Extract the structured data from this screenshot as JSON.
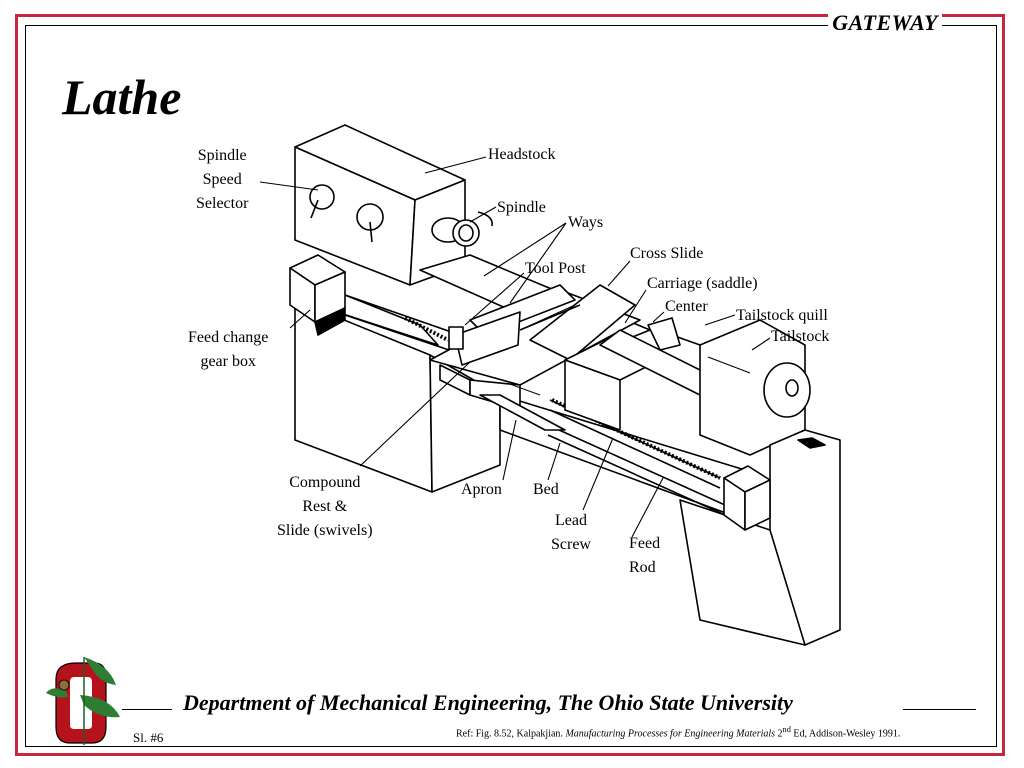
{
  "header": {
    "brand": "GATEWAY",
    "title": "Lathe"
  },
  "labels": {
    "spindle_speed_selector": [
      "Spindle",
      "Speed",
      "Selector"
    ],
    "headstock": "Headstock",
    "spindle": "Spindle",
    "ways": "Ways",
    "cross_slide": "Cross Slide",
    "tool_post": "Tool Post",
    "carriage": "Carriage (saddle)",
    "center": "Center",
    "tailstock_quill": "Tailstock quill",
    "tailstock": "Tailstock",
    "feed_change_gear_box": [
      "Feed change",
      "gear box"
    ],
    "compound_rest": [
      "Compound",
      "Rest &",
      "Slide (swivels)"
    ],
    "apron": "Apron",
    "bed": "Bed",
    "lead_screw": [
      "Lead",
      "Screw"
    ],
    "feed_rod": [
      "Feed",
      "Rod"
    ]
  },
  "footer": {
    "department": "Department of Mechanical Engineering, The Ohio State University",
    "slide_number": "Sl. #6",
    "reference": {
      "prefix": "Ref:  Fig.  8.52, Kalpakjian.  ",
      "book": "Manufacturing Processes for Engineering Materials",
      "edition_num": "  2",
      "edition_sup": "nd",
      "suffix": " Ed,  Addison-Wesley 1991."
    }
  },
  "colors": {
    "frame": "#c7263f",
    "logo_red": "#b5121b",
    "leaf_green": "#2e7d32"
  }
}
